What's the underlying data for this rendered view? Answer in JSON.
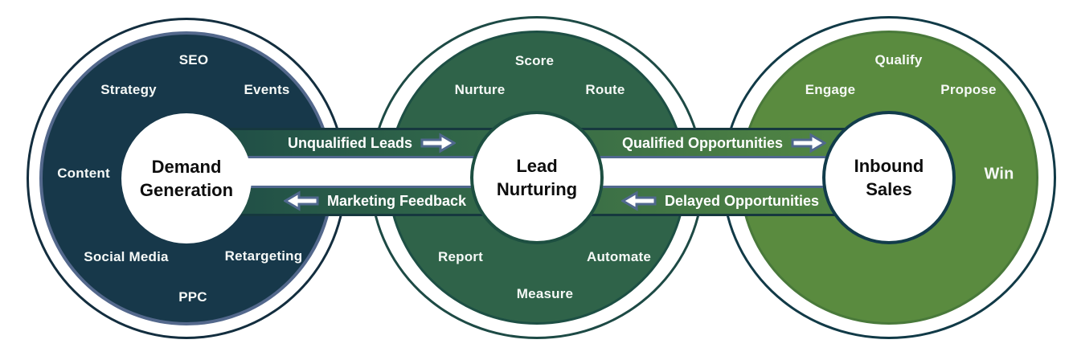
{
  "diagram": {
    "circles": [
      {
        "name": "demand-generation",
        "hub_label": "Demand Generation",
        "fill": "#17384a",
        "rim": "#53688c",
        "satellites": [
          "SEO",
          "Strategy",
          "Events",
          "Content",
          "Social Media",
          "Retargeting",
          "PPC"
        ]
      },
      {
        "name": "lead-nurturing",
        "hub_label": "Lead Nurturing",
        "fill": "#2f6349",
        "rim": "#1d4f44",
        "satellites": [
          "Score",
          "Nurture",
          "Route",
          "Report",
          "Automate",
          "Measure"
        ]
      },
      {
        "name": "inbound-sales",
        "hub_label": "Inbound Sales",
        "fill": "#5a8b3f",
        "rim": "#49793a",
        "satellites": [
          "Qualify",
          "Engage",
          "Propose",
          "Win"
        ]
      }
    ],
    "flows": [
      {
        "label": "Unqualified Leads",
        "direction": "right"
      },
      {
        "label": "Marketing Feedback",
        "direction": "left"
      },
      {
        "label": "Qualified Opportunities",
        "direction": "right"
      },
      {
        "label": "Delayed Opportunities",
        "direction": "left"
      }
    ],
    "colors": {
      "slate_accent": "#50688e",
      "band_dark_edge": "#16383e",
      "band_gradient_start": "#1d4a46",
      "band_gradient_end": "#578b42",
      "text_light": "#ffffff",
      "text_dark": "#0d0d0d"
    }
  }
}
